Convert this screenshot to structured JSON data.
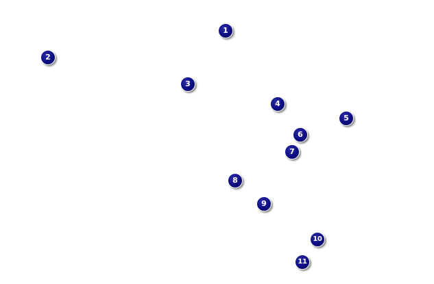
{
  "markers": [
    {
      "label": "1"
    },
    {
      "label": "2"
    },
    {
      "label": "3"
    },
    {
      "label": "4"
    },
    {
      "label": "5"
    },
    {
      "label": "6"
    },
    {
      "label": "7"
    },
    {
      "label": "8"
    },
    {
      "label": "9"
    },
    {
      "label": "10"
    },
    {
      "label": "11"
    }
  ],
  "colors": {
    "marker_fill": "#0d0d82",
    "marker_border": "#ffffff",
    "marker_text": "#ffffff",
    "background": "#ffffff"
  }
}
